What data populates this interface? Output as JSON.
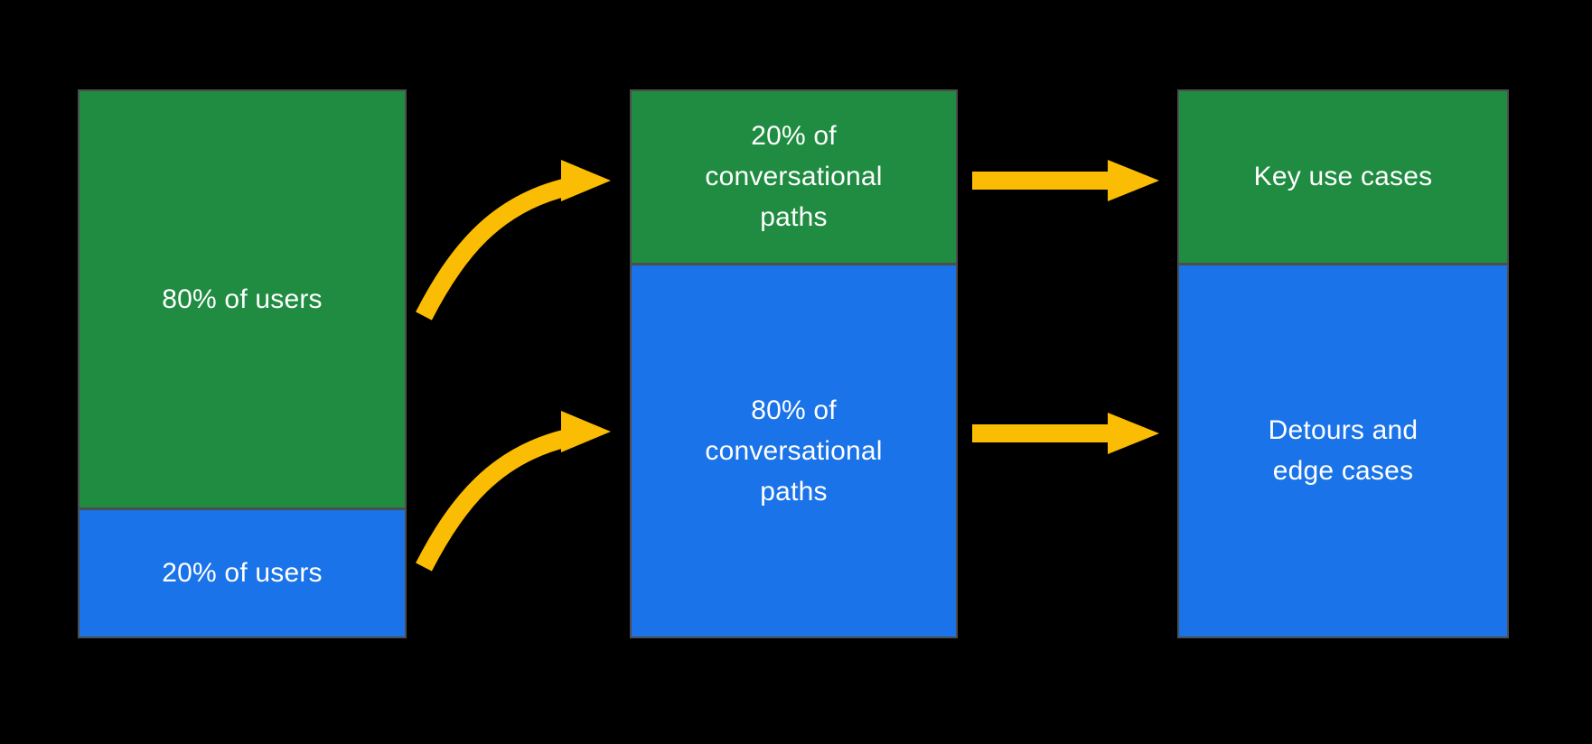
{
  "colors": {
    "background": "#000000",
    "green": "#1f8c41",
    "blue": "#1a73e8",
    "yellow": "#fbbc04",
    "border": "#4d4d4d",
    "text": "#ffffff"
  },
  "columns": [
    {
      "name": "users",
      "segments": [
        {
          "color": "green",
          "height_pct": 76.3,
          "label": [
            "80% of users"
          ]
        },
        {
          "color": "blue",
          "height_pct": 23.7,
          "label": [
            "20% of users"
          ]
        }
      ]
    },
    {
      "name": "conversational-paths",
      "segments": [
        {
          "color": "green",
          "height_pct": 31.4,
          "label": [
            "20% of",
            "conversational",
            "paths"
          ]
        },
        {
          "color": "blue",
          "height_pct": 68.6,
          "label": [
            "80% of",
            "conversational",
            "paths"
          ]
        }
      ]
    },
    {
      "name": "outcomes",
      "segments": [
        {
          "color": "green",
          "height_pct": 31.4,
          "label": [
            "Key use cases"
          ]
        },
        {
          "color": "blue",
          "height_pct": 68.6,
          "label": [
            "Detours and",
            "edge cases"
          ]
        }
      ]
    }
  ],
  "arrows": [
    {
      "name": "curved-arrow-top",
      "from": "80% of users",
      "to": "20% of conversational paths"
    },
    {
      "name": "curved-arrow-bottom",
      "from": "20% of users",
      "to": "80% of conversational paths"
    },
    {
      "name": "straight-arrow-top",
      "from": "20% of conversational paths",
      "to": "Key use cases"
    },
    {
      "name": "straight-arrow-bottom",
      "from": "80% of conversational paths",
      "to": "Detours and edge cases"
    }
  ]
}
